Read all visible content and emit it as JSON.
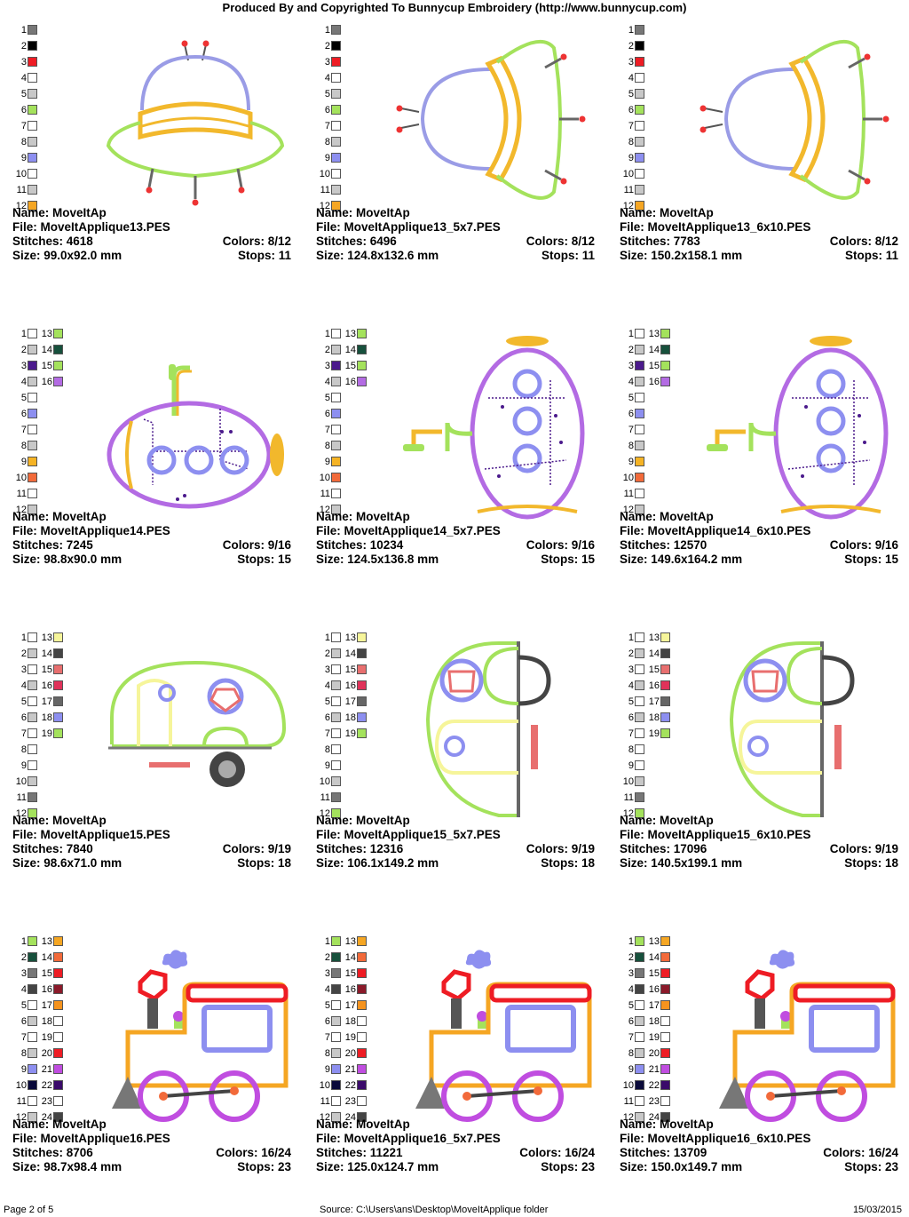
{
  "header": "Produced By and Copyrighted To Bunnycup Embroidery (http://www.bunnycup.com)",
  "footer": {
    "page": "Page 2 of 5",
    "source": "Source: C:\\Users\\ans\\Desktop\\MoveItApplique folder",
    "date": "15/03/2015"
  },
  "labels": {
    "name": "Name:",
    "file": "File:",
    "stitches": "Stitches:",
    "size": "Size:",
    "colors": "Colors:",
    "stops": "Stops:"
  },
  "designs": [
    {
      "name": "MoveItAp",
      "file": "MoveItApplique13.PES",
      "stitches": "4618",
      "size": "99.0x92.0 mm",
      "colors": "8/12",
      "stops": "11",
      "art": "ufo"
    },
    {
      "name": "MoveItAp",
      "file": "MoveItApplique13_5x7.PES",
      "stitches": "6496",
      "size": "124.8x132.6 mm",
      "colors": "8/12",
      "stops": "11",
      "art": "ufo-side"
    },
    {
      "name": "MoveItAp",
      "file": "MoveItApplique13_6x10.PES",
      "stitches": "7783",
      "size": "150.2x158.1 mm",
      "colors": "8/12",
      "stops": "11",
      "art": "ufo-side"
    },
    {
      "name": "MoveItAp",
      "file": "MoveItApplique14.PES",
      "stitches": "7245",
      "size": "98.8x90.0 mm",
      "colors": "9/16",
      "stops": "15",
      "art": "sub"
    },
    {
      "name": "MoveItAp",
      "file": "MoveItApplique14_5x7.PES",
      "stitches": "10234",
      "size": "124.5x136.8 mm",
      "colors": "9/16",
      "stops": "15",
      "art": "sub-v"
    },
    {
      "name": "MoveItAp",
      "file": "MoveItApplique14_6x10.PES",
      "stitches": "12570",
      "size": "149.6x164.2 mm",
      "colors": "9/16",
      "stops": "15",
      "art": "sub-v"
    },
    {
      "name": "MoveItAp",
      "file": "MoveItApplique15.PES",
      "stitches": "7840",
      "size": "98.6x71.0 mm",
      "colors": "9/19",
      "stops": "18",
      "art": "camper"
    },
    {
      "name": "MoveItAp",
      "file": "MoveItApplique15_5x7.PES",
      "stitches": "12316",
      "size": "106.1x149.2 mm",
      "colors": "9/19",
      "stops": "18",
      "art": "camper-v"
    },
    {
      "name": "MoveItAp",
      "file": "MoveItApplique15_6x10.PES",
      "stitches": "17096",
      "size": "140.5x199.1 mm",
      "colors": "9/19",
      "stops": "18",
      "art": "camper-v"
    },
    {
      "name": "MoveItAp",
      "file": "MoveItApplique16.PES",
      "stitches": "8706",
      "size": "98.7x98.4 mm",
      "colors": "16/24",
      "stops": "23",
      "art": "train"
    },
    {
      "name": "MoveItAp",
      "file": "MoveItApplique16_5x7.PES",
      "stitches": "11221",
      "size": "125.0x124.7 mm",
      "colors": "16/24",
      "stops": "23",
      "art": "train"
    },
    {
      "name": "MoveItAp",
      "file": "MoveItApplique16_6x10.PES",
      "stitches": "13709",
      "size": "150.0x149.7 mm",
      "colors": "16/24",
      "stops": "23",
      "art": "train"
    }
  ],
  "palettes": {
    "p13": [
      [
        "1",
        "#777777"
      ],
      [
        "2",
        "#000000"
      ],
      [
        "3",
        "#ee1c24"
      ],
      [
        "4",
        "#ffffff"
      ],
      [
        "5",
        "#c8c8c8"
      ],
      [
        "6",
        "#a4e25c"
      ],
      [
        "7",
        "#ffffff"
      ],
      [
        "8",
        "#c8c8c8"
      ],
      [
        "9",
        "#8d8ff0"
      ],
      [
        "10",
        "#ffffff"
      ],
      [
        "11",
        "#c8c8c8"
      ],
      [
        "12",
        "#f5a623"
      ]
    ],
    "p14a": [
      [
        "1",
        "#ffffff"
      ],
      [
        "2",
        "#c8c8c8"
      ],
      [
        "3",
        "#4b1a8c"
      ],
      [
        "4",
        "#c8c8c8"
      ],
      [
        "5",
        "#ffffff"
      ],
      [
        "6",
        "#8d8ff0"
      ],
      [
        "7",
        "#ffffff"
      ],
      [
        "8",
        "#c8c8c8"
      ],
      [
        "9",
        "#f5b324"
      ],
      [
        "10",
        "#f26a3a"
      ],
      [
        "11",
        "#ffffff"
      ],
      [
        "12",
        "#c8c8c8"
      ]
    ],
    "p14b": [
      [
        "13",
        "#a4e25c"
      ],
      [
        "14",
        "#17503c"
      ],
      [
        "15",
        "#a4e25c"
      ],
      [
        "16",
        "#b36be3"
      ]
    ],
    "p15a": [
      [
        "1",
        "#ffffff"
      ],
      [
        "2",
        "#c8c8c8"
      ],
      [
        "3",
        "#ffffff"
      ],
      [
        "4",
        "#c8c8c8"
      ],
      [
        "5",
        "#ffffff"
      ],
      [
        "6",
        "#c8c8c8"
      ],
      [
        "7",
        "#ffffff"
      ],
      [
        "8",
        "#ffffff"
      ],
      [
        "9",
        "#ffffff"
      ],
      [
        "10",
        "#c8c8c8"
      ],
      [
        "11",
        "#777777"
      ],
      [
        "12",
        "#a4e25c"
      ]
    ],
    "p15b": [
      [
        "13",
        "#f6f59a"
      ],
      [
        "14",
        "#444444"
      ],
      [
        "15",
        "#e86f6f"
      ],
      [
        "16",
        "#e0325a"
      ],
      [
        "17",
        "#666666"
      ],
      [
        "18",
        "#8d8ff0"
      ],
      [
        "19",
        "#a4e25c"
      ]
    ],
    "p16a": [
      [
        "1",
        "#a4e25c"
      ],
      [
        "2",
        "#17503c"
      ],
      [
        "3",
        "#777777"
      ],
      [
        "4",
        "#444444"
      ],
      [
        "5",
        "#ffffff"
      ],
      [
        "6",
        "#c8c8c8"
      ],
      [
        "7",
        "#ffffff"
      ],
      [
        "8",
        "#c8c8c8"
      ],
      [
        "9",
        "#8d8ff0"
      ],
      [
        "10",
        "#0a0a3a"
      ],
      [
        "11",
        "#ffffff"
      ],
      [
        "12",
        "#c8c8c8"
      ]
    ],
    "p16b": [
      [
        "13",
        "#f5a623"
      ],
      [
        "14",
        "#f26a3a"
      ],
      [
        "15",
        "#ee1c24"
      ],
      [
        "16",
        "#8b1a2a"
      ],
      [
        "17",
        "#f5931e"
      ],
      [
        "18",
        "#ffffff"
      ],
      [
        "19",
        "#ffffff"
      ],
      [
        "20",
        "#ee1c24"
      ],
      [
        "21",
        "#c04de0"
      ],
      [
        "22",
        "#3a0a6a"
      ],
      [
        "23",
        "#ffffff"
      ],
      [
        "24",
        "#444444"
      ]
    ]
  }
}
